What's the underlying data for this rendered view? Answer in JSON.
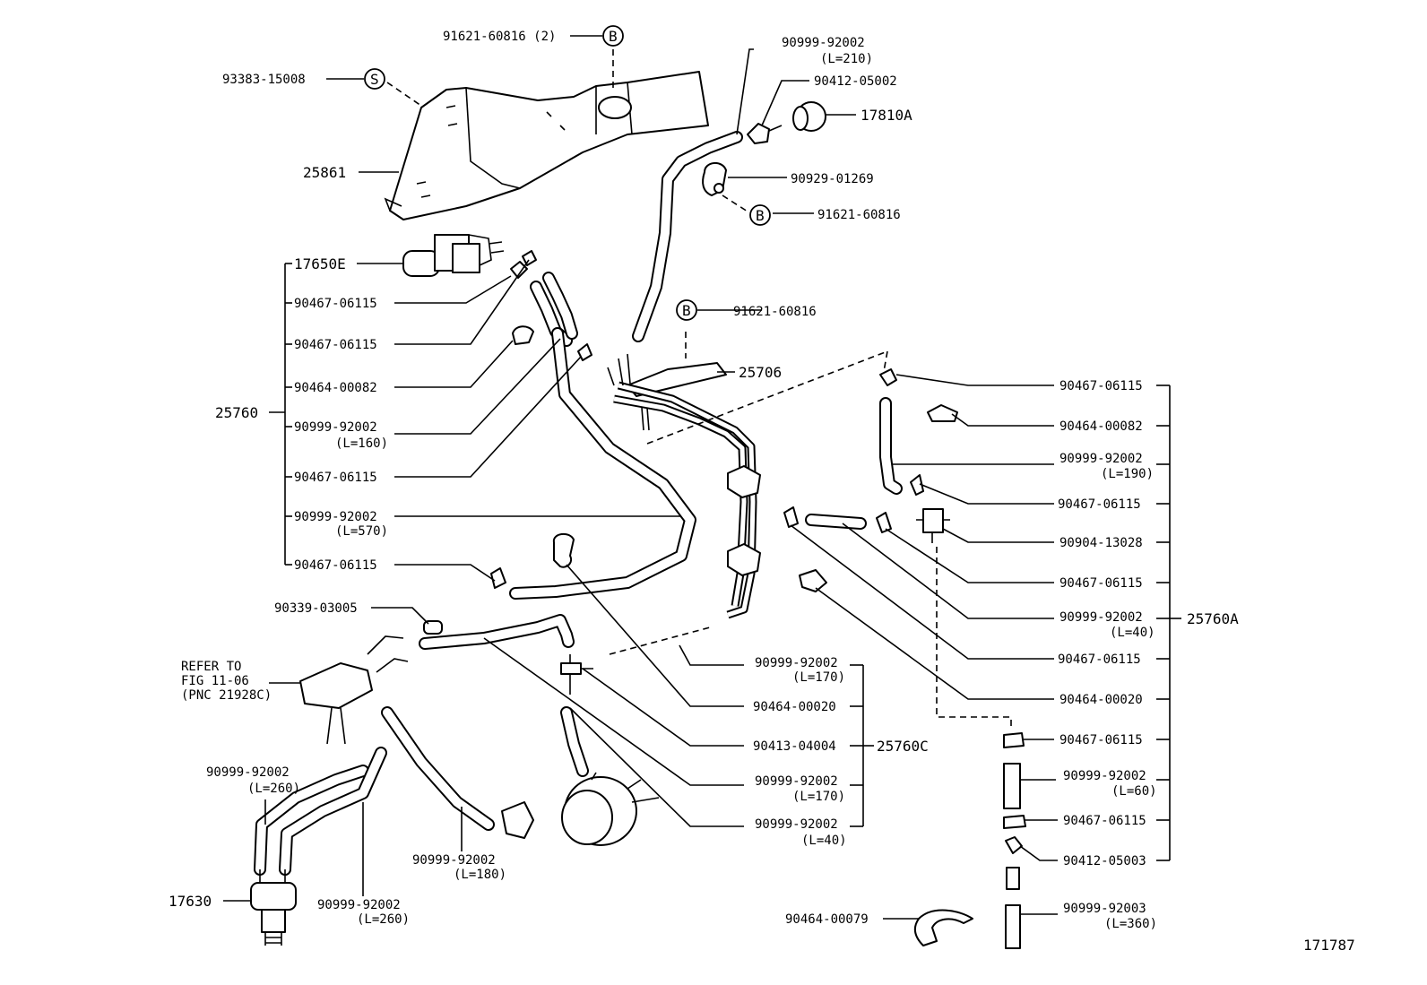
{
  "diagram_number": "171787",
  "symbols": {
    "b": "B",
    "s": "S"
  },
  "labels": {
    "p91621_60816_2": "91621-60816 (2)",
    "p93383_15008": "93383-15008",
    "p25861": "25861",
    "p17650e": "17650E",
    "p90999_92002_top": "90999-92002",
    "p90999_92002_top_len": "(L=210)",
    "p90412_05002": "90412-05002",
    "p17810a": "17810A",
    "p90929_01269": "90929-01269",
    "p91621_60816_a": "91621-60816",
    "p91621_60816_b": "91621-60816",
    "p25706": "25706",
    "g25760": "25760",
    "l_90467_06115_1": "90467-06115",
    "l_90467_06115_2": "90467-06115",
    "l_90464_00082": "90464-00082",
    "l_90999_92002_160": "90999-92002",
    "l_len_160": "(L=160)",
    "l_90467_06115_3": "90467-06115",
    "l_90999_92002_570": "90999-92002",
    "l_len_570": "(L=570)",
    "l_90467_06115_4": "90467-06115",
    "p90339_03005": "90339-03005",
    "refer_line1": "REFER TO",
    "refer_line2": "FIG 11-06",
    "refer_line3": "(PNC 21928C)",
    "p90999_92002_260a": "90999-92002",
    "p_len_260a": "(L=260)",
    "p17630": "17630",
    "p90999_92002_260b": "90999-92002",
    "p_len_260b": "(L=260)",
    "p90999_92002_180": "90999-92002",
    "p_len_180": "(L=180)",
    "g25760c": "25760C",
    "c_90999_92002_170a": "90999-92002",
    "c_len_170a": "(L=170)",
    "c_90464_00020": "90464-00020",
    "c_90413_04004": "90413-04004",
    "c_90999_92002_170b": "90999-92002",
    "c_len_170b": "(L=170)",
    "c_90999_92002_40": "90999-92002",
    "c_len_40": "(L=40)",
    "g25760a": "25760A",
    "r_90467_06115_1": "90467-06115",
    "r_90464_00082": "90464-00082",
    "r_90999_92002_190": "90999-92002",
    "r_len_190": "(L=190)",
    "r_90467_06115_2": "90467-06115",
    "r_90904_13028": "90904-13028",
    "r_90467_06115_3": "90467-06115",
    "r_90999_92002_40": "90999-92002",
    "r_len_40": "(L=40)",
    "r_90467_06115_4": "90467-06115",
    "r_90464_00020": "90464-00020",
    "r_90467_06115_5": "90467-06115",
    "r_90999_92002_60": "90999-92002",
    "r_len_60": "(L=60)",
    "r_90467_06115_6": "90467-06115",
    "r_90412_05003": "90412-05003",
    "r_90999_92003": "90999-92003",
    "r_len_360": "(L=360)",
    "p90464_00079": "90464-00079"
  }
}
